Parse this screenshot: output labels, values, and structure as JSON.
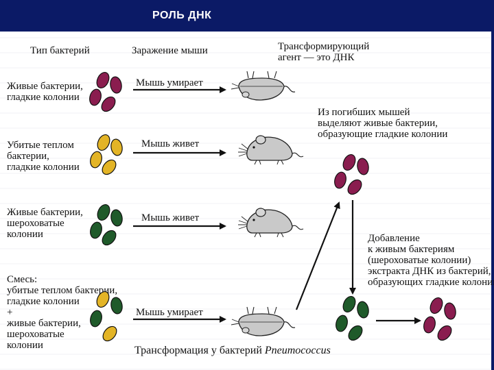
{
  "title": "РОЛЬ ДНК",
  "headers": {
    "bacteria_type": "Тип бактерий",
    "mouse_infection": "Заражение мыши",
    "agent": "Трансформирующий\nагент — это ДНК"
  },
  "rows": [
    {
      "label": "Живые бактерии,\nгладкие колонии",
      "outcome": "Мышь умирает",
      "colony_color": "#8a1d4f"
    },
    {
      "label": "Убитые теплом\nбактерии,\nгладкие колонии",
      "outcome": "Мышь живет",
      "colony_color": "#e3b426"
    },
    {
      "label": "Живые бактерии,\nшероховатые\nколонии",
      "outcome": "Мышь живет",
      "colony_color": "#1f5a2a"
    },
    {
      "label": "Смесь:\nубитые теплом бактерии,\nгладкие колонии\n+\nживые бактерии,\nшероховатые\nколонии",
      "outcome": "Мышь умирает"
    }
  ],
  "notes": {
    "isolated": "Из погибших мышей\nвыделяют живые бактерии,\nобразующие гладкие колонии",
    "addition": "Добавление\nк живым бактериям\n(шероховатые колонии)\nэкстракта ДНК из бактерий,\nобразующих гладкие колонии"
  },
  "caption": {
    "main": "Трансформация у бактерий ",
    "italic": "Pneumococcus"
  },
  "colors": {
    "titlebar": "#0b1a66",
    "smooth_live": "#8a1d4f",
    "heat_killed": "#e3b426",
    "rough_live": "#1f5a2a",
    "mouse_fill": "#c9c9c9"
  }
}
